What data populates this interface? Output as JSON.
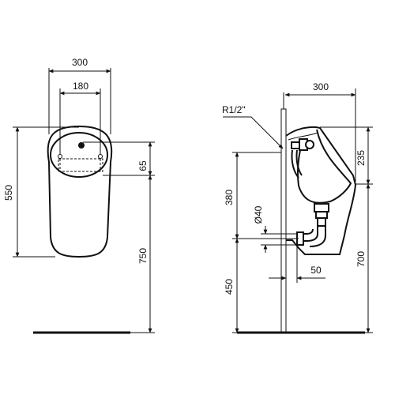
{
  "front_view": {
    "width_overall": "300",
    "width_inner": "180",
    "height_bowl": "550",
    "offset_top": "65",
    "mount_height": "750"
  },
  "side_view": {
    "depth": "300",
    "inlet_thread": "R1/2\"",
    "top_to_inlet": "235",
    "inlet_to_outlet": "380",
    "outlet_diameter": "Ø40",
    "outlet_height": "450",
    "rim_height": "700",
    "outlet_projection": "50"
  }
}
